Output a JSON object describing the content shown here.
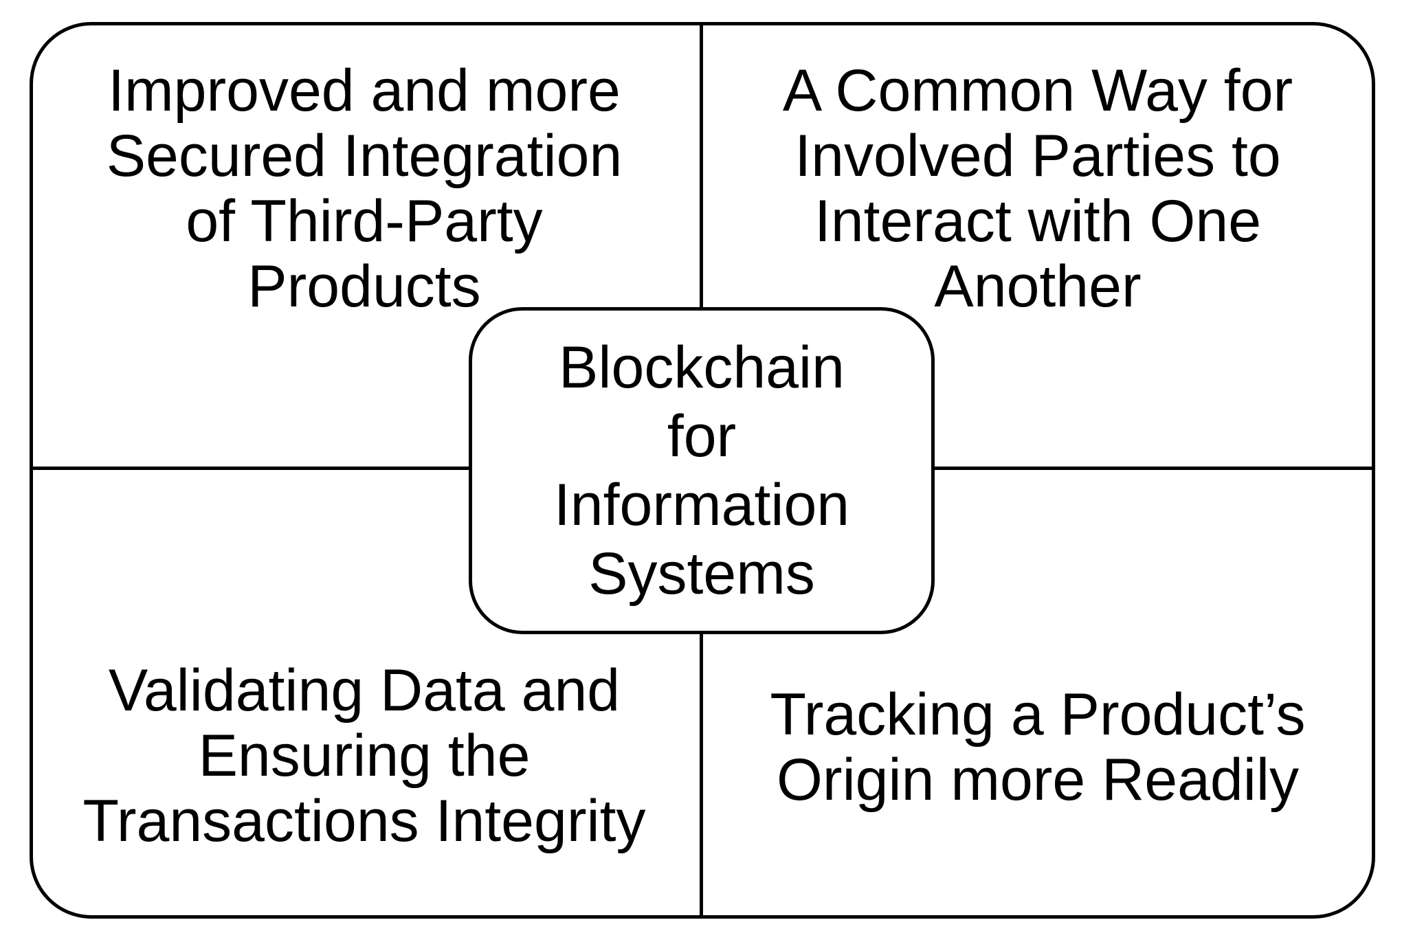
{
  "center": {
    "label": "Blockchain\nfor\nInformation\nSystems"
  },
  "quadrants": {
    "top_left": "Improved and more\nSecured Integration\nof Third-Party\nProducts",
    "top_right": "A Common Way for\nInvolved Parties to\nInteract with One\nAnother",
    "bottom_left": "Validating Data and\nEnsuring the\nTransactions Integrity",
    "bottom_right": "Tracking a Product’s\nOrigin more Readily"
  },
  "colors": {
    "stroke": "#000000",
    "background": "#ffffff"
  }
}
